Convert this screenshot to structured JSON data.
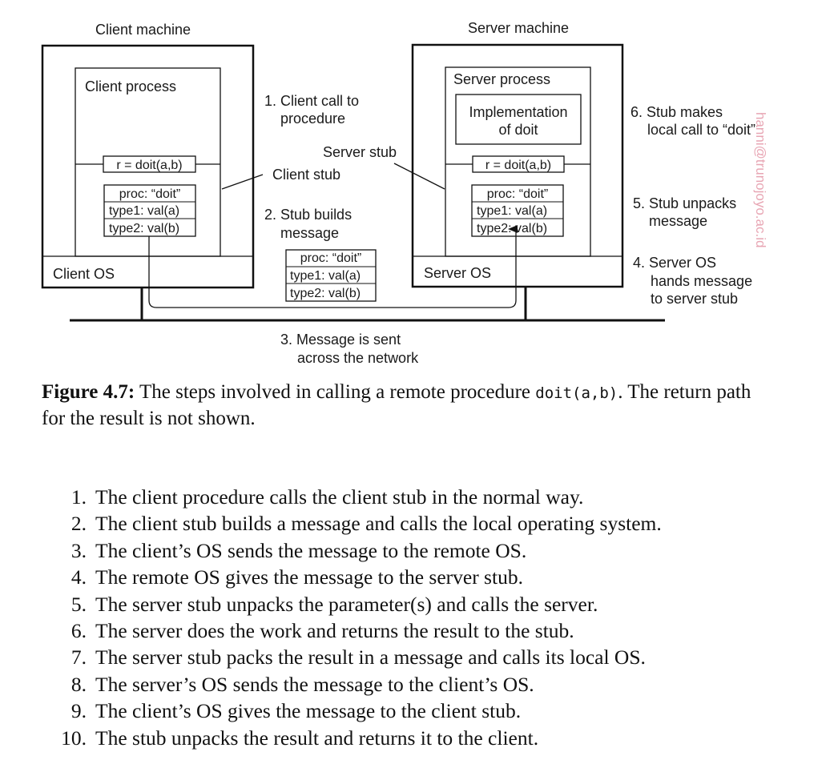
{
  "diagram": {
    "client_machine_label": "Client machine",
    "server_machine_label": "Server machine",
    "client_process_label": "Client process",
    "server_process_label": "Server process",
    "implementation_line1": "Implementation",
    "implementation_line2": "of doit",
    "client_call": "r = doit(a,b)",
    "server_call": "r = doit(a,b)",
    "client_stub_label": "Client stub",
    "server_stub_label": "Server stub",
    "client_os_label": "Client OS",
    "server_os_label": "Server OS",
    "message": {
      "proc": "proc: “doit”",
      "type1": "type1:  val(a)",
      "type2": "type2:  val(b)"
    },
    "step1_line1": "1. Client call to",
    "step1_line2": "procedure",
    "step2_line1": "2. Stub builds",
    "step2_line2": "message",
    "step3_line1": "3. Message is sent",
    "step3_line2": "across the network",
    "step4_line1": "4. Server OS",
    "step4_line2": "hands message",
    "step4_line3": "to server stub",
    "step5_line1": "5. Stub unpacks",
    "step5_line2": "message",
    "step6_line1": "6. Stub makes",
    "step6_line2": "local call to “doit”",
    "watermark": "hanni@trunojoyo.ac.id"
  },
  "caption": {
    "label": "Figure 4.7:",
    "text_before": " The steps involved in calling a remote procedure ",
    "code": "doit(a,b)",
    "text_after": ". The return path for the result is not shown."
  },
  "steps": [
    {
      "num": "1.",
      "text": "The client procedure calls the client stub in the normal way."
    },
    {
      "num": "2.",
      "text": "The client stub builds a message and calls the local operating system."
    },
    {
      "num": "3.",
      "text": "The client’s OS sends the message to the remote OS."
    },
    {
      "num": "4.",
      "text": "The remote OS gives the message to the server stub."
    },
    {
      "num": "5.",
      "text": "The server stub unpacks the parameter(s) and calls the server."
    },
    {
      "num": "6.",
      "text": "The server does the work and returns the result to the stub."
    },
    {
      "num": "7.",
      "text": "The server stub packs the result in a message and calls its local OS."
    },
    {
      "num": "8.",
      "text": "The server’s OS sends the message to the client’s OS."
    },
    {
      "num": "9.",
      "text": "The client’s OS gives the message to the client stub."
    },
    {
      "num": "10.",
      "text": "The stub unpacks the result and returns it to the client."
    }
  ]
}
